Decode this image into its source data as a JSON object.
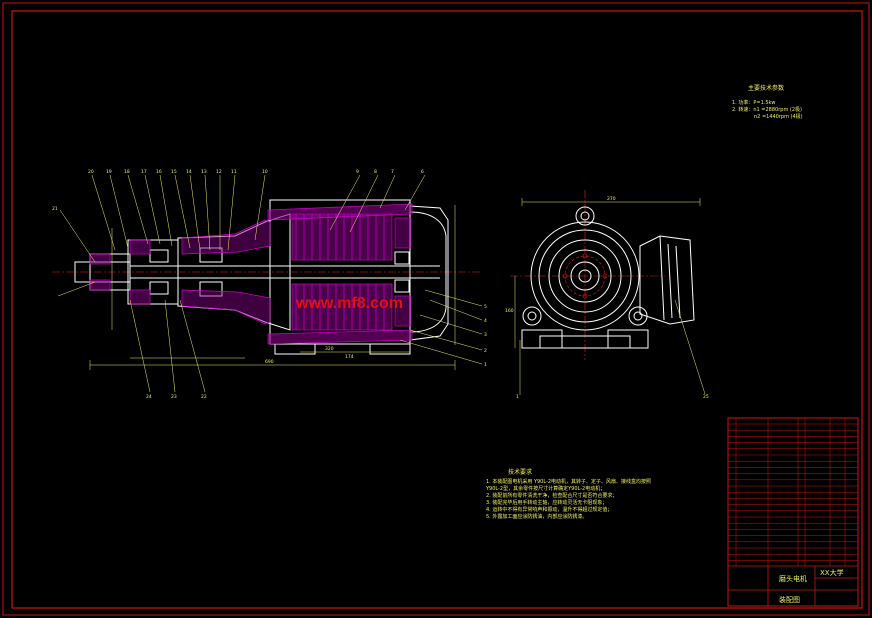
{
  "colors": {
    "background": "#000000",
    "frame": "#d01010",
    "geometry": "#ffffff",
    "dimension": "#f0f060",
    "section_hatch": "#d000d0",
    "centerline": "#e02020",
    "watermark": "#e01010"
  },
  "watermark": {
    "text": "www.mf8.com"
  },
  "spec_block": {
    "title": "主要技术参数",
    "lines": [
      "1. 功率：P=1.5kw",
      "2. 转速：n1 =2880rpm (2极)",
      "n2 =1440rpm (4极)"
    ]
  },
  "tech_notes": {
    "title": "技术要求",
    "lines": [
      "1. 本装配图电机采用 Y90L-2电动机，其转子、定子、风扇、接线盒均按照",
      "Y90L-2型，其余零件按尺寸计算确定Y90L-2电动机；",
      "2. 装配前所有零件清洗干净，检查配合尺寸是否符合要求；",
      "3. 装配完毕后用手转动主轴，应转动灵活无卡阻现象；",
      "4. 运转中不得有异常响声和振动，温升不得超过规定值；",
      "5. 外露加工面应涂防锈油，内部应涂防锈漆。"
    ]
  },
  "front_view": {
    "dim_top": "270",
    "dim_side": "160"
  },
  "section_view": {
    "dim_1": "690",
    "dim_2": "174",
    "dim_3": "320"
  },
  "title_block": {
    "company": "XX大学",
    "drawing_name": "磨头电机",
    "drawing_type": "装配图"
  }
}
